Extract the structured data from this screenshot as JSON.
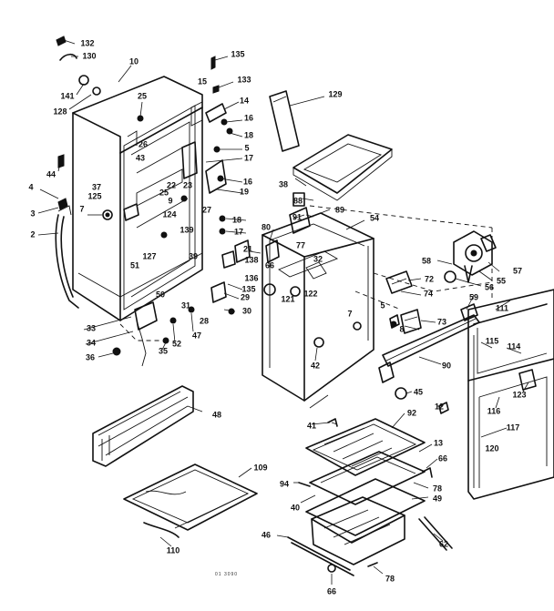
{
  "diagram": {
    "labels": [
      {
        "id": "132",
        "text": "132"
      },
      {
        "id": "130",
        "text": "130"
      },
      {
        "id": "10",
        "text": "10"
      },
      {
        "id": "141",
        "text": "141"
      },
      {
        "id": "128",
        "text": "128"
      },
      {
        "id": "25a",
        "text": "25"
      },
      {
        "id": "135a",
        "text": "135"
      },
      {
        "id": "15",
        "text": "15"
      },
      {
        "id": "133",
        "text": "133"
      },
      {
        "id": "14",
        "text": "14"
      },
      {
        "id": "129",
        "text": "129"
      },
      {
        "id": "16a",
        "text": "16"
      },
      {
        "id": "18a",
        "text": "18"
      },
      {
        "id": "26",
        "text": "26"
      },
      {
        "id": "5a",
        "text": "5"
      },
      {
        "id": "43",
        "text": "43"
      },
      {
        "id": "17a",
        "text": "17"
      },
      {
        "id": "44",
        "text": "44"
      },
      {
        "id": "16b",
        "text": "16"
      },
      {
        "id": "38",
        "text": "38"
      },
      {
        "id": "37",
        "text": "37"
      },
      {
        "id": "22",
        "text": "22"
      },
      {
        "id": "23",
        "text": "23"
      },
      {
        "id": "4",
        "text": "4"
      },
      {
        "id": "125",
        "text": "125"
      },
      {
        "id": "25b",
        "text": "25"
      },
      {
        "id": "19",
        "text": "19"
      },
      {
        "id": "88",
        "text": "88"
      },
      {
        "id": "9",
        "text": "9"
      },
      {
        "id": "3",
        "text": "3"
      },
      {
        "id": "7a",
        "text": "7"
      },
      {
        "id": "124",
        "text": "124"
      },
      {
        "id": "27",
        "text": "27"
      },
      {
        "id": "91",
        "text": "91"
      },
      {
        "id": "89",
        "text": "89"
      },
      {
        "id": "18b",
        "text": "18"
      },
      {
        "id": "54",
        "text": "54"
      },
      {
        "id": "139",
        "text": "139"
      },
      {
        "id": "17b",
        "text": "17"
      },
      {
        "id": "80",
        "text": "80"
      },
      {
        "id": "2",
        "text": "2"
      },
      {
        "id": "127",
        "text": "127"
      },
      {
        "id": "39",
        "text": "39"
      },
      {
        "id": "21",
        "text": "21"
      },
      {
        "id": "77",
        "text": "77"
      },
      {
        "id": "58",
        "text": "58"
      },
      {
        "id": "138",
        "text": "138"
      },
      {
        "id": "66a",
        "text": "66"
      },
      {
        "id": "32",
        "text": "32"
      },
      {
        "id": "57",
        "text": "57"
      },
      {
        "id": "51",
        "text": "51"
      },
      {
        "id": "136",
        "text": "136"
      },
      {
        "id": "55",
        "text": "55"
      },
      {
        "id": "72",
        "text": "72"
      },
      {
        "id": "135b",
        "text": "135"
      },
      {
        "id": "29",
        "text": "29"
      },
      {
        "id": "56",
        "text": "56"
      },
      {
        "id": "122",
        "text": "122"
      },
      {
        "id": "121",
        "text": "121"
      },
      {
        "id": "74",
        "text": "74"
      },
      {
        "id": "50",
        "text": "50"
      },
      {
        "id": "31",
        "text": "31"
      },
      {
        "id": "59",
        "text": "59"
      },
      {
        "id": "111",
        "text": "111"
      },
      {
        "id": "30",
        "text": "30"
      },
      {
        "id": "5b",
        "text": "5"
      },
      {
        "id": "7b",
        "text": "7"
      },
      {
        "id": "33",
        "text": "33"
      },
      {
        "id": "28",
        "text": "28"
      },
      {
        "id": "73",
        "text": "73"
      },
      {
        "id": "8",
        "text": "8"
      },
      {
        "id": "34",
        "text": "34"
      },
      {
        "id": "52",
        "text": "52"
      },
      {
        "id": "47",
        "text": "47"
      },
      {
        "id": "115",
        "text": "115"
      },
      {
        "id": "114",
        "text": "114"
      },
      {
        "id": "35",
        "text": "35"
      },
      {
        "id": "36",
        "text": "36"
      },
      {
        "id": "42",
        "text": "42"
      },
      {
        "id": "90",
        "text": "90"
      },
      {
        "id": "45",
        "text": "45"
      },
      {
        "id": "123",
        "text": "123"
      },
      {
        "id": "48",
        "text": "48"
      },
      {
        "id": "116",
        "text": "116"
      },
      {
        "id": "12",
        "text": "12"
      },
      {
        "id": "92",
        "text": "92"
      },
      {
        "id": "41",
        "text": "41"
      },
      {
        "id": "117",
        "text": "117"
      },
      {
        "id": "13",
        "text": "13"
      },
      {
        "id": "120",
        "text": "120"
      },
      {
        "id": "109",
        "text": "109"
      },
      {
        "id": "66b",
        "text": "66"
      },
      {
        "id": "94",
        "text": "94"
      },
      {
        "id": "78a",
        "text": "78"
      },
      {
        "id": "40",
        "text": "40"
      },
      {
        "id": "49",
        "text": "49"
      },
      {
        "id": "46",
        "text": "46"
      },
      {
        "id": "62",
        "text": "62"
      },
      {
        "id": "110",
        "text": "110"
      },
      {
        "id": "78b",
        "text": "78"
      },
      {
        "id": "66c",
        "text": "66"
      }
    ],
    "footer": "01 3090"
  }
}
